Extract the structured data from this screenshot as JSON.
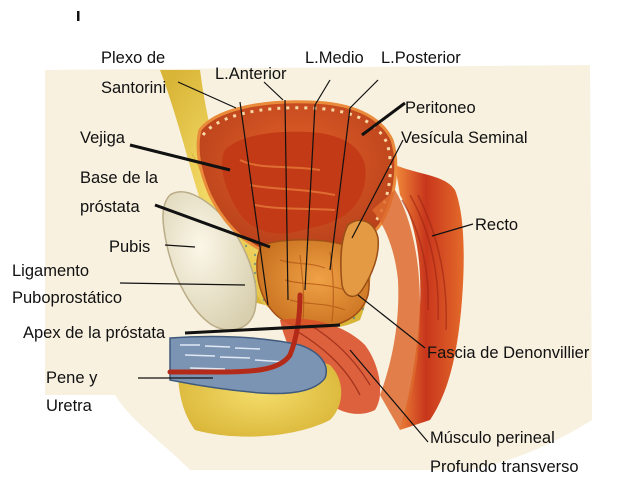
{
  "labels": {
    "plexo_line1": "Plexo de",
    "plexo_line2": "Santorini",
    "l_anterior": "L.Anterior",
    "l_medio": "L.Medio",
    "l_posterior": "L.Posterior",
    "peritoneo": "Peritoneo",
    "vesicula_seminal": "Vesícula Seminal",
    "vejiga": "Vejiga",
    "base_line1": "Base de la",
    "base_line2": "próstata",
    "recto": "Recto",
    "pubis": "Pubis",
    "ligamento_line1": "Ligamento",
    "ligamento_line2": "Puboprostático",
    "apex": "Apex de la próstata",
    "fascia": "Fascia de Denonvillier",
    "pene_line1": "Pene y",
    "pene_line2": "Uretra",
    "musculo_line1": "Músculo perineal",
    "musculo_line2": "Profundo transverso"
  },
  "colors": {
    "background": "#ffffff",
    "bladder_wall": "#d2541f",
    "bladder_lumen": "#c93f18",
    "prostate": "#e08a2c",
    "fat": "#e9c94a",
    "pubis": "#f1ead2",
    "rectum": "#c8361c",
    "urethra": "#b42a18"
  }
}
